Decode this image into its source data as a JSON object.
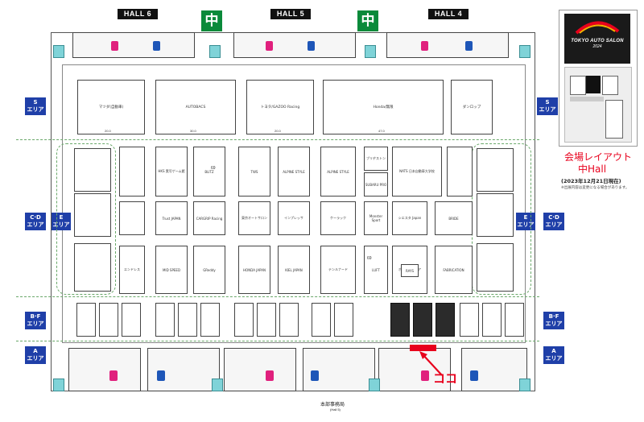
{
  "halls": {
    "hall6": "HALL 6",
    "hall5": "HALL 5",
    "hall4": "HALL 4",
    "center_mark": "中"
  },
  "areas": {
    "s_line1": "S",
    "s_line2": "エリア",
    "cd_line1": "C·D",
    "cd_line2": "エリア",
    "e_line1": "E",
    "e_line2": "エリア",
    "bf_line1": "B·F",
    "bf_line2": "エリア",
    "a_line1": "A",
    "a_line2": "エリア"
  },
  "big_booths": {
    "b1": "マツダ(自動車)",
    "b2": "AUTOBACS",
    "b3": "トヨタ/GAZOO Racing",
    "b4": "Honda/無限",
    "b5": "ダンロップ",
    "dims": {
      "d20": "20.0",
      "d30": "30.0",
      "d47": "47.0"
    }
  },
  "mid_booths": {
    "r1": [
      "HKS 実写ゲーム館",
      "BLITZ",
      "TWS",
      "ALPINE STYLE",
      "ALPINE STYLE",
      "ブリヂストン",
      "NATS 日本自動車大学校"
    ],
    "r2": [
      "Trust JAPAN",
      "CARGRIP Racing",
      "東京オートサロン",
      "インプレッサ",
      "ケーラック",
      "シエスタ Japan",
      "BRIDE"
    ],
    "r3": [
      "エンドレス",
      "MID SPEED",
      "GReddy",
      "HONDA JAPAN",
      "KIEL JAPAN",
      "テンルナード",
      "LUFT",
      "ボルボ・エリア",
      "FABRICATION"
    ],
    "small": [
      "SUBARU PRO",
      "Monster Sport",
      "RAYS"
    ],
    "num1": "69",
    "num2": "69"
  },
  "map_labels": {
    "office": "本部事務局",
    "office_sub": "(Hall 5)",
    "koko": "ココ"
  },
  "panel": {
    "logo_line1": "TOKYO AUTO SALON",
    "logo_line2": "2024",
    "title_line1": "会場レイアウト",
    "title_line2": "中Hall",
    "date": "(2023年12月21日現在)",
    "note": "※出展内容は変更になる場合があります。"
  },
  "colors": {
    "green": "#0a8a3a",
    "blue": "#1f3fa8",
    "red": "#e8001c",
    "pink": "#e0207d"
  }
}
